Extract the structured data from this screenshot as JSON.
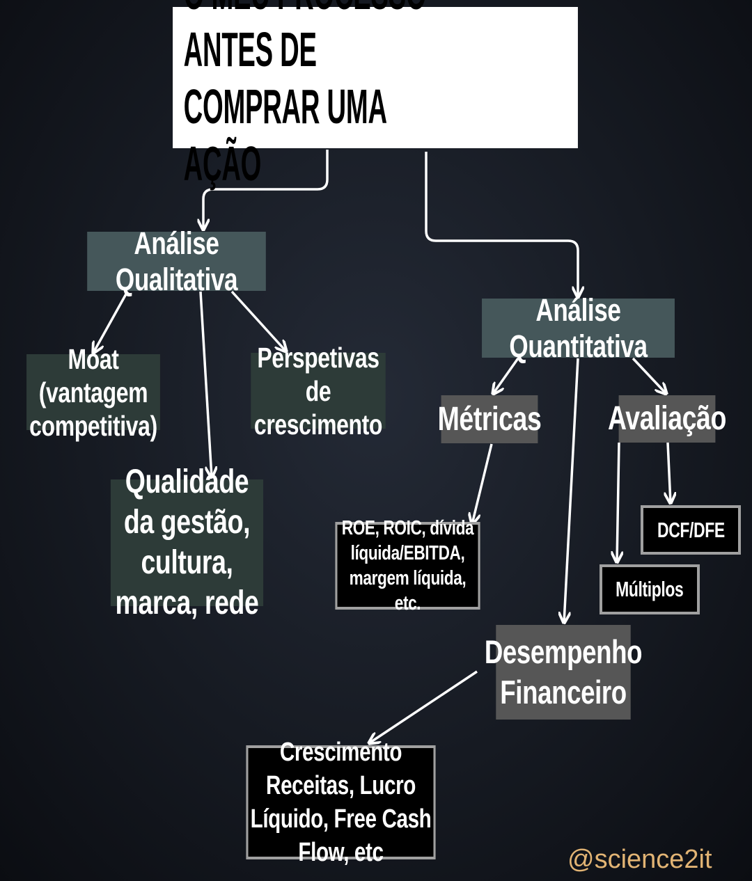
{
  "title": "O MEU PROCESSO ANTES DE\nCOMPRAR UMA AÇÃO",
  "nodes": {
    "qualitativa": "Análise Qualitativa",
    "moat": "Moat (vantagem competitiva)",
    "perspetivas": "Perspetivas de crescimento",
    "gestao": "Qualidade da gestão, cultura, marca, rede",
    "quantitativa": "Análise Quantitativa",
    "metricas": "Métricas",
    "avaliacao": "Avaliação",
    "ratios": "ROE, ROIC, dívida líquida/EBITDA, margem líquida, etc.",
    "dcf": "DCF/DFE",
    "multiplos": "Múltiplos",
    "desempenho": "Desempenho Financeiro",
    "crescimento": "Crescimento Receitas, Lucro Líquido, Free Cash Flow, etc"
  },
  "credit": "@science2it"
}
